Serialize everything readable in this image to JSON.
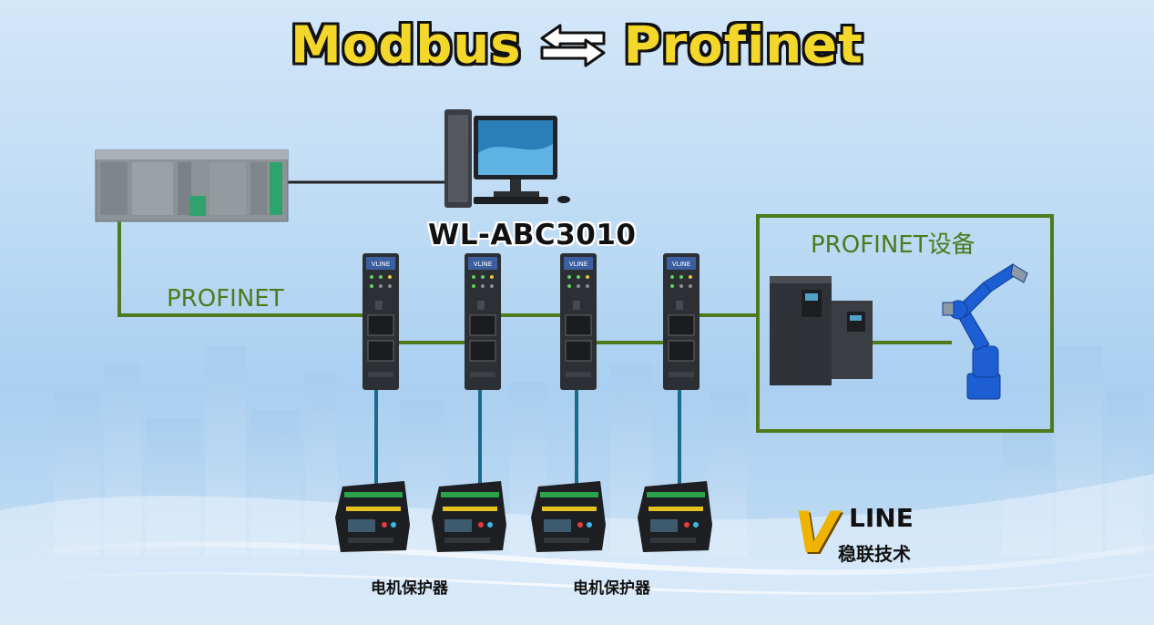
{
  "title": {
    "left": "Modbus",
    "right": "Profinet"
  },
  "gateway_model": "WL-ABC3010",
  "labels": {
    "profinet_bus": "PROFINET",
    "device_group": "PROFINET设备",
    "motor_protector": "电机保护器"
  },
  "gateway_brand": "VLINE",
  "logo": {
    "mark": "V",
    "text": "LINE",
    "cn": "稳联技术"
  },
  "colors": {
    "title": "#f3d82b",
    "profinet_link": "#4f7a1c",
    "modbus_link": "#1a6a8a",
    "accent": "#f0b400"
  },
  "icons": [
    "bidirectional-arrow-icon",
    "plc-icon",
    "computer-icon",
    "gateway-icon",
    "motor-protector-icon",
    "inverter-icon",
    "robot-arm-icon"
  ]
}
